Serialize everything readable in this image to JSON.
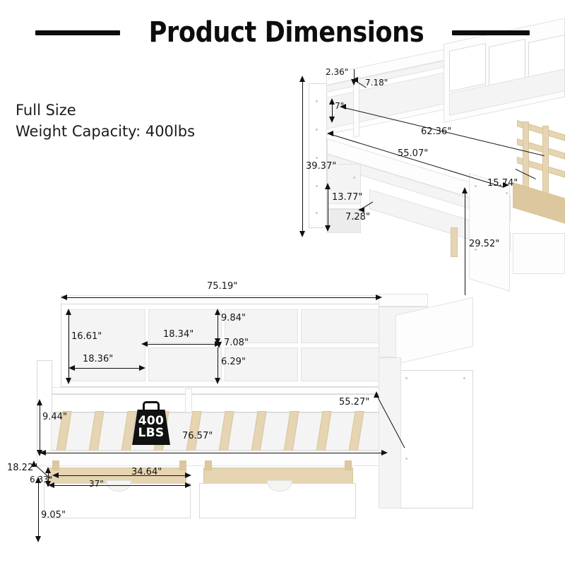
{
  "title": {
    "text": "Product Dimensions",
    "rule_left": "horizontal-rule",
    "rule_right": "horizontal-rule"
  },
  "info": {
    "size_line": "Full Size",
    "capacity_line": "Weight Capacity: 400lbs"
  },
  "weight_badge": {
    "value": "400",
    "unit": "LBS"
  },
  "top_view": {
    "name": "angled-perspective-view",
    "dimensions": {
      "shelf_depth_top": "2.36\"",
      "shelf_offset": "7.18\"",
      "shelf_height": "7\"",
      "headboard_length_upper": "62.36\"",
      "desk_length": "55.07\"",
      "headboard_total_height": "39.37\"",
      "desk_depth": "15.74\"",
      "lower_shelf_height": "13.77\"",
      "lower_shelf_depth": "7.28\"",
      "cabinet_height": "29.52\""
    }
  },
  "bottom_view": {
    "name": "front-elevation-view",
    "dimensions": {
      "overall_width": "75.19\"",
      "bookcase_height": "16.61\"",
      "large_compartment_width": "18.36\"",
      "middle_shelf_width": "18.34\"",
      "upper_cubby_height": "9.84\"",
      "shelf_thickness": "7.08\"",
      "lower_cubby_height": "6.29\"",
      "slat_clearance": "9.44\"",
      "bed_length": "76.57\"",
      "bed_depth_diagonal": "55.27\"",
      "frame_to_drawer": "18.22\"",
      "drawer_lip": "6.33\"",
      "drawer_inner_width": "37\"",
      "drawer_width": "34.64\"",
      "drawer_height": "9.05\""
    }
  }
}
